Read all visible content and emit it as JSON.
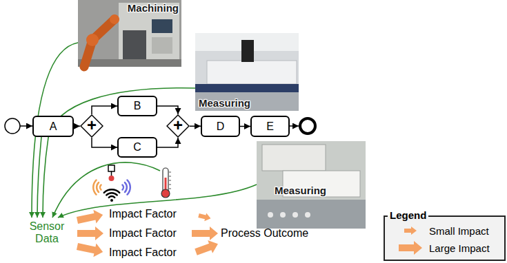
{
  "diagram": {
    "nodes": [
      {
        "text": [
          "Machining"
        ]
      },
      {
        "text": [
          "Measuring"
        ]
      },
      {
        "text": [
          "A"
        ]
      },
      {
        "text": [
          "+"
        ]
      },
      {
        "text": [
          "B"
        ]
      },
      {
        "text": [
          "C"
        ]
      },
      {
        "text": [
          "+"
        ]
      },
      {
        "text": [
          "D"
        ]
      },
      {
        "text": [
          "E"
        ]
      },
      {
        "text": [
          "Measuring"
        ]
      }
    ],
    "edges": [
      {
        "from": 2,
        "to": 3,
        "arrow": "to"
      },
      {
        "from": 3,
        "to": 4,
        "arrow": "to"
      },
      {
        "from": 3,
        "to": 5,
        "arrow": "to"
      },
      {
        "from": 4,
        "to": 6,
        "arrow": "to"
      },
      {
        "from": 5,
        "to": 6,
        "arrow": "to"
      },
      {
        "from": 6,
        "to": 7,
        "arrow": "to"
      },
      {
        "from": 7,
        "to": 8,
        "arrow": "to"
      }
    ],
    "labels": [
      "Sensor Data",
      "Impact Factor",
      "Impact Factor",
      "Impact Factor",
      "Process Outcome",
      "Legend"
    ],
    "legend": [
      {
        "text": "Small Impact"
      },
      {
        "text": "Large Impact"
      }
    ]
  }
}
